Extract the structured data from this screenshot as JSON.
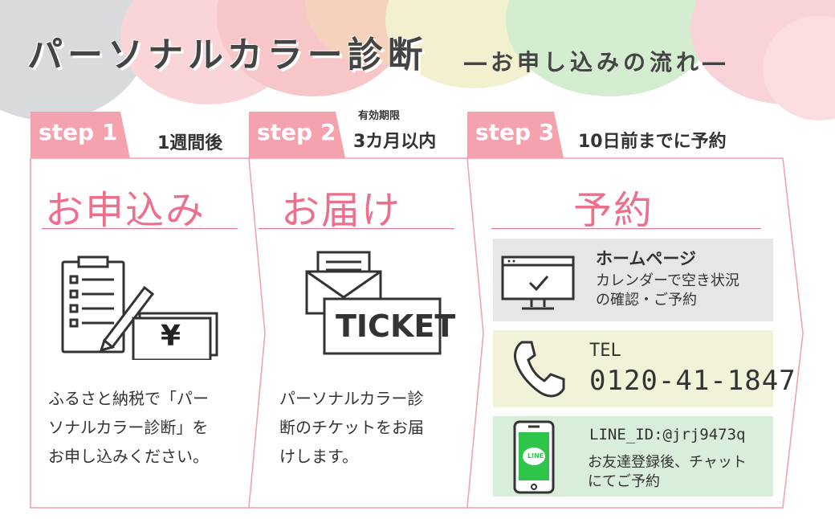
{
  "title": "パーソナルカラー診断",
  "subtitle": "―お申し込みの流れ―",
  "steps": [
    {
      "tab": "step 1",
      "note": "1週間後",
      "note_top": ""
    },
    {
      "tab": "step 2",
      "note": "3カ月以内",
      "note_top": "有効期限"
    },
    {
      "tab": "step 3",
      "note": "10日前までに予約",
      "note_top": ""
    }
  ],
  "panels": {
    "apply": {
      "heading": "お申込み",
      "description": "ふるさと納税で「パー\nソナルカラー診断」を\nお申し込みください。",
      "yen_symbol": "¥"
    },
    "delivery": {
      "heading": "お届け",
      "description": "パーソナルカラー診\n断のチケットをお届\nけします。",
      "ticket_label": "TICKET"
    },
    "reserve": {
      "heading": "予約",
      "homepage": {
        "title": "ホームページ",
        "desc": "カレンダーで空き状況\nの確認・ご予約"
      },
      "tel": {
        "label": "TEL",
        "number": "0120-41-1847"
      },
      "line": {
        "id": "LINE_ID:@jrj9473q",
        "desc": "お友達登録後、チャット\nにてご予約",
        "badge": "LINE"
      }
    }
  },
  "colors": {
    "accent_pink": "#f3a2ae",
    "heading_pink": "#ee6f8b",
    "homepage_bg": "#e4e6e8",
    "tel_bg": "#f2f2d8",
    "line_bg": "#d9eddb",
    "line_green": "#2fc44a"
  },
  "icons": [
    "clipboard-icon",
    "pencil-icon",
    "yen-card-icon",
    "envelope-icon",
    "ticket-icon",
    "monitor-icon",
    "phone-icon",
    "smartphone-icon"
  ]
}
